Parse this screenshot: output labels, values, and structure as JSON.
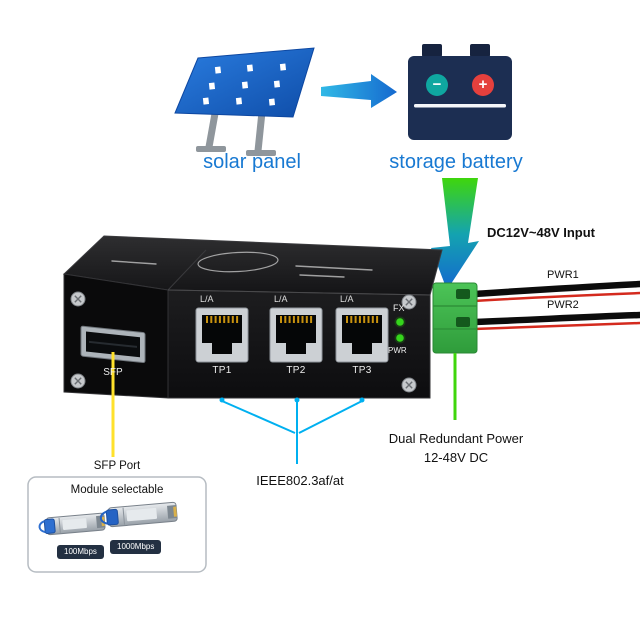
{
  "diagram": {
    "solar": {
      "label": "solar panel"
    },
    "battery": {
      "label": "storage battery",
      "minus": "−",
      "plus": "+"
    },
    "power_input": {
      "label": "DC12V~48V Input",
      "wire1": "PWR1",
      "wire2": "PWR2"
    },
    "device": {
      "sfp": "SFP",
      "tp1": "TP1",
      "tp2": "TP2",
      "tp3": "TP3",
      "la": "L/A",
      "fx": "FX",
      "pwr": "PWR"
    },
    "callouts": {
      "sfp_port": "SFP Port",
      "ieee": "IEEE802.3af/at",
      "dual_power_1": "Dual Redundant Power",
      "dual_power_2": "12-48V DC"
    },
    "module_box": {
      "title": "Module selectable",
      "speed_100": "100Mbps",
      "speed_1000": "1000Mbps"
    },
    "colors": {
      "label_blue": "#1879d2",
      "arrow_green": "#3fd60c",
      "arrow_blue": "#1467cf",
      "callout_cyan": "#00b0f0",
      "callout_yellow": "#ffe12b",
      "terminal_green": "#3fae49",
      "led_green": "#35d41c",
      "battery_navy": "#1c2e52",
      "battery_teal": "#0fa7a0",
      "battery_red": "#e5403d",
      "panel_blue": "#1a66c4"
    }
  }
}
